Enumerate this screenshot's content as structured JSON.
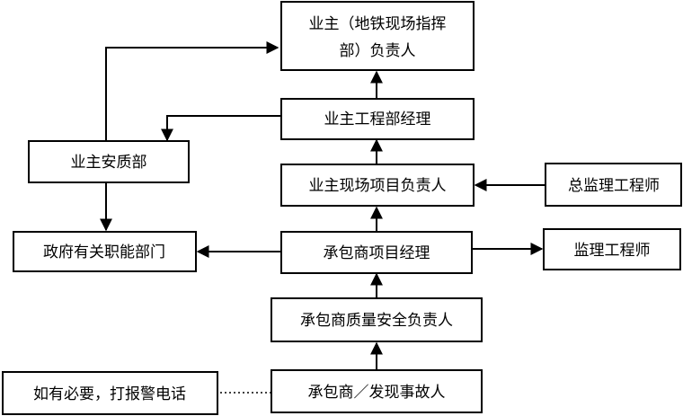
{
  "nodes": {
    "owner_head_line1": "业主（地铁现场指挥",
    "owner_head_line2": "部）负责人",
    "owner_engineering_manager": "业主工程部经理",
    "owner_safety_dept": "业主安质部",
    "owner_site_project_head": "业主现场项目负责人",
    "chief_supervising_engineer": "总监理工程师",
    "government_departments": "政府有关职能部门",
    "contractor_project_manager": "承包商项目经理",
    "supervising_engineer": "监理工程师",
    "contractor_quality_safety_head": "承包商质量安全负责人",
    "contractor_discoverer": "承包商／发现事故人",
    "call_police_note": "如有必要，打报警电话"
  }
}
